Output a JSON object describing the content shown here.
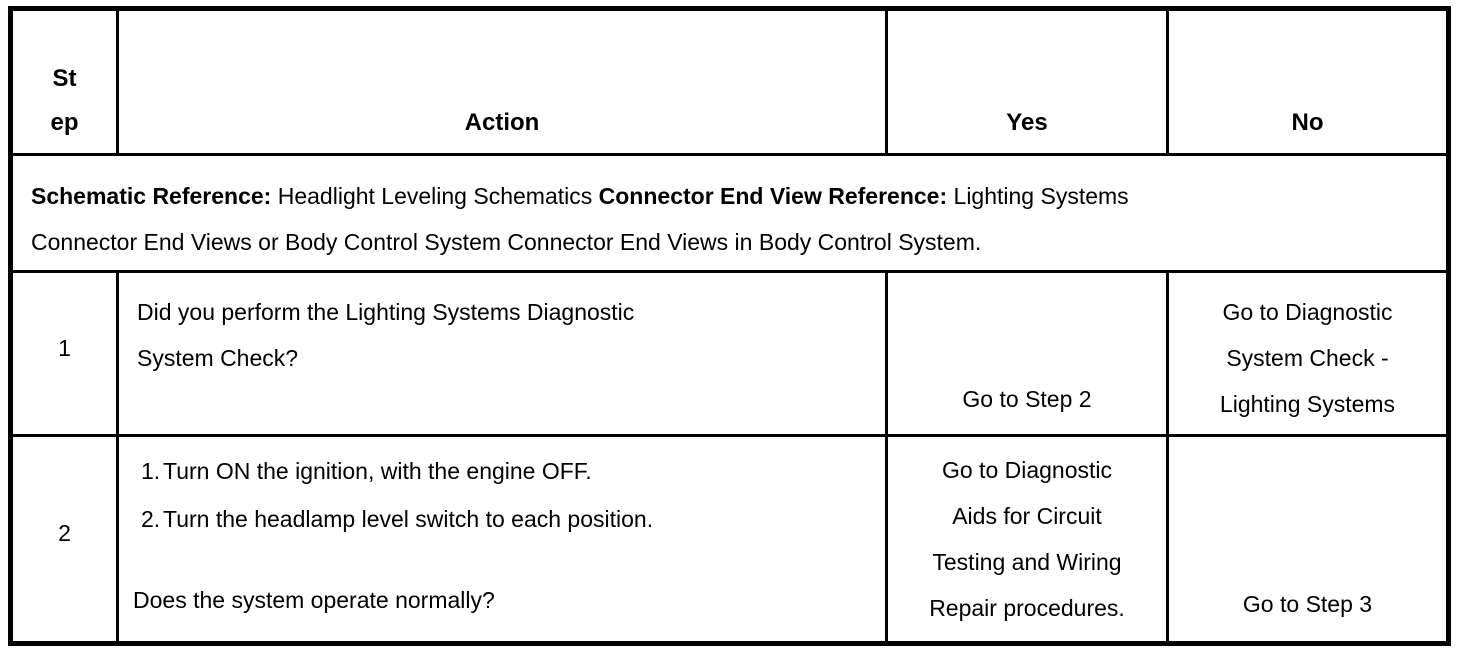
{
  "colors": {
    "border": "#000000",
    "text": "#000000",
    "background": "#ffffff"
  },
  "table": {
    "headers": {
      "step": "St\nep",
      "action": "Action",
      "yes": "Yes",
      "no": "No"
    },
    "schematic_note": {
      "segments": [
        {
          "text": "Schematic Reference:",
          "bold": true
        },
        {
          "text": " Headlight Leveling Schematics ",
          "bold": false
        },
        {
          "text": "Connector End View Reference:",
          "bold": true
        },
        {
          "text": " Lighting Systems\nConnector End Views or Body Control System Connector End Views in Body Control System.",
          "bold": false
        }
      ]
    },
    "rows": [
      {
        "step": "1",
        "action": {
          "text": "Did you perform the Lighting Systems Diagnostic\nSystem Check?"
        },
        "yes": "Go to Step 2",
        "no": "Go to Diagnostic\nSystem Check -\nLighting Systems"
      },
      {
        "step": "2",
        "action": {
          "items": [
            {
              "num": "1.",
              "text": "Turn ON the ignition, with the engine OFF."
            },
            {
              "num": "2.",
              "text": "Turn the headlamp level switch to each position."
            }
          ],
          "question": "Does the system operate normally?"
        },
        "yes": "Go to Diagnostic\nAids for Circuit\nTesting and Wiring\nRepair procedures.",
        "no": "Go to Step 3"
      }
    ]
  }
}
